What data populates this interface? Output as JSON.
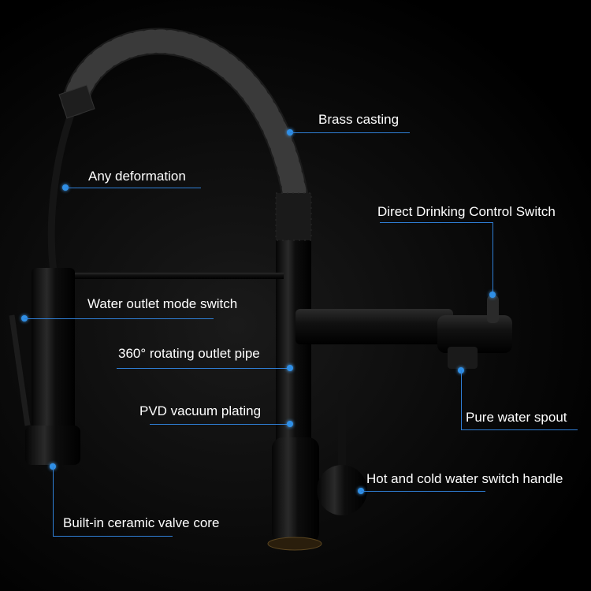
{
  "accent_color": "#2f7fd6",
  "image": {
    "subject": "faucet-product-photo"
  },
  "callouts": {
    "brass_casting": "Brass casting",
    "any_deformation": "Any deformation",
    "direct_drinking": "Direct Drinking Control Switch",
    "water_outlet_mode": "Water outlet mode switch",
    "rotating_outlet": "360° rotating outlet pipe",
    "pvd_plating": "PVD vacuum plating",
    "pure_water_spout": "Pure water spout",
    "hot_cold_handle": "Hot and cold water switch handle",
    "ceramic_valve": "Built-in ceramic valve core"
  }
}
